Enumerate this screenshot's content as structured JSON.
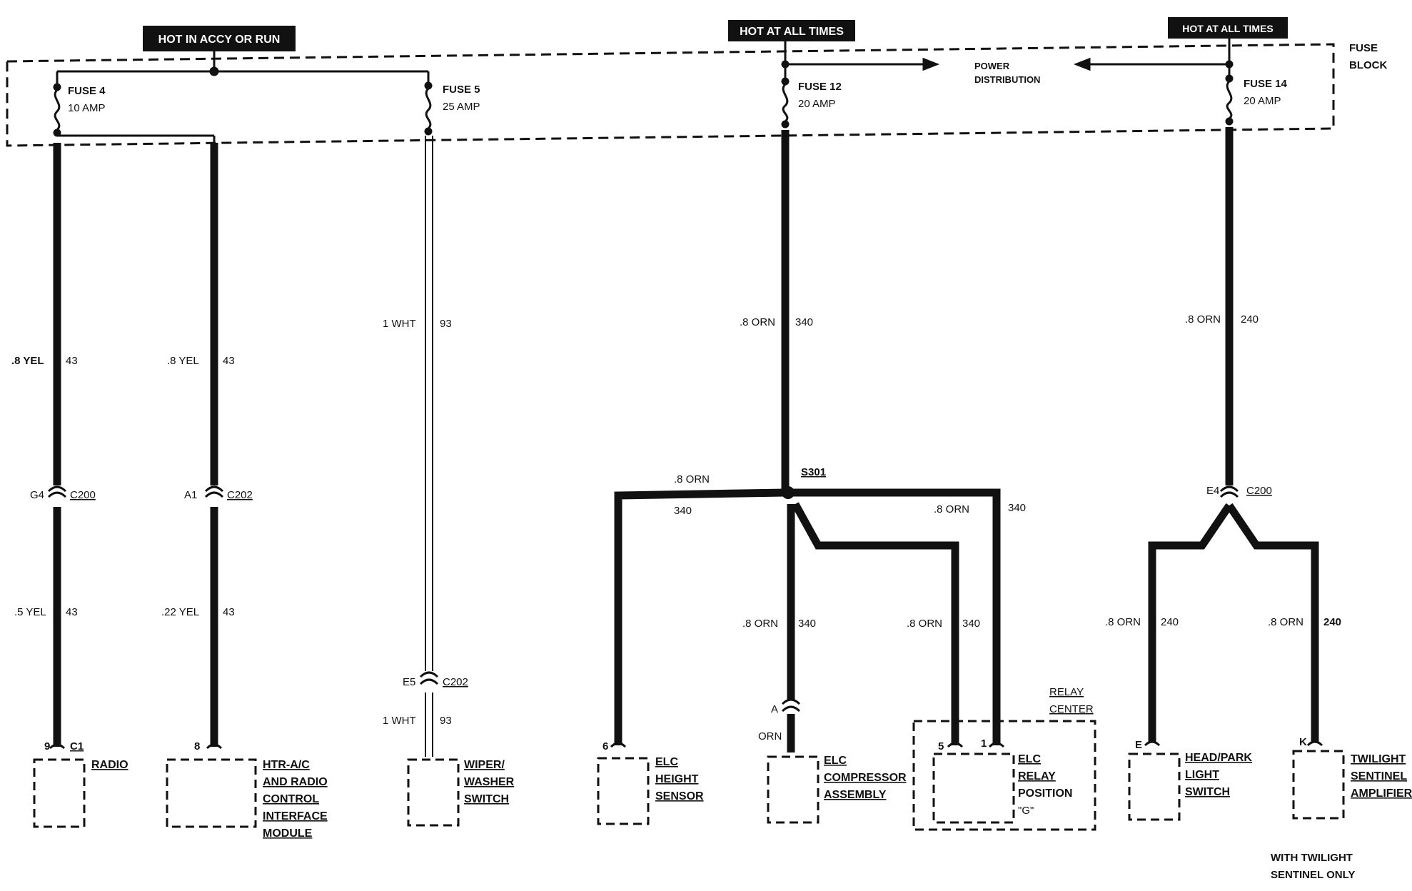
{
  "headers": {
    "accy_run": "HOT IN ACCY OR RUN",
    "all_times_1": "HOT AT ALL TIMES",
    "all_times_2": "HOT AT ALL TIMES"
  },
  "fuse_block": {
    "line1": "FUSE",
    "line2": "BLOCK"
  },
  "power_distribution": {
    "line1": "POWER",
    "line2": "DISTRIBUTION"
  },
  "fuses": {
    "fuse4": {
      "name": "FUSE 4",
      "rating": "10 AMP"
    },
    "fuse5": {
      "name": "FUSE 5",
      "rating": "25 AMP"
    },
    "fuse12": {
      "name": "FUSE 12",
      "rating": "20 AMP"
    },
    "fuse14": {
      "name": "FUSE 14",
      "rating": "20 AMP"
    }
  },
  "wires": {
    "w1_upper_color": ".8 YEL",
    "w1_upper_num": "43",
    "w1_lower_color": ".5 YEL",
    "w1_lower_num": "43",
    "w2_upper_color": ".8 YEL",
    "w2_upper_num": "43",
    "w2_lower_color": ".22 YEL",
    "w2_lower_num": "43",
    "w3_upper_color": "1 WHT",
    "w3_upper_num": "93",
    "w3_lower_color": "1 WHT",
    "w3_lower_num": "93",
    "w4_upper_color": ".8 ORN",
    "w4_upper_num": "340",
    "w4_left_color": ".8 ORN",
    "w4_left_num": "340",
    "w4_right_color": ".8 ORN",
    "w4_right_num": "340",
    "w4_mid_color": ".8 ORN",
    "w4_mid_num": "340",
    "w4_relay_color": ".8 ORN",
    "w4_relay_num": "340",
    "w4_orn": "ORN",
    "w5_upper_color": ".8 ORN",
    "w5_upper_num": "240",
    "w5_left_color": ".8 ORN",
    "w5_left_num": "240",
    "w5_right_color": ".8 ORN",
    "w5_right_num": "240"
  },
  "connectors": {
    "c200_a_pin": "G4",
    "c200_a_name": "C200",
    "c202_a_pin": "A1",
    "c202_a_name": "C202",
    "c202_b_pin": "E5",
    "c202_b_name": "C202",
    "c200_b_pin": "E4",
    "c200_b_name": "C200",
    "elc_comp_pin": "A"
  },
  "splice": {
    "name": "S301"
  },
  "components": {
    "radio": {
      "pin": "9",
      "conn": "C1",
      "line1": "RADIO"
    },
    "htr": {
      "pin": "8",
      "line1": "HTR-A/C",
      "line2": "AND RADIO",
      "line3": "CONTROL",
      "line4": "INTERFACE",
      "line5": "MODULE"
    },
    "wiper": {
      "line1": "WIPER/",
      "line2": "WASHER",
      "line3": "SWITCH"
    },
    "elc_height": {
      "pin": "6",
      "line1": "ELC",
      "line2": "HEIGHT",
      "line3": "SENSOR"
    },
    "elc_comp": {
      "line1": "ELC",
      "line2": "COMPRESSOR",
      "line3": "ASSEMBLY"
    },
    "relay_center": {
      "line1": "RELAY",
      "line2": "CENTER"
    },
    "elc_relay": {
      "pin_a": "5",
      "pin_b": "1",
      "line1": "ELC",
      "line2": "RELAY",
      "line3": "POSITION",
      "line4": "\"G\""
    },
    "headpark": {
      "pin": "E",
      "line1": "HEAD/PARK",
      "line2": "LIGHT",
      "line3": "SWITCH"
    },
    "twilight": {
      "pin": "K",
      "line1": "TWILIGHT",
      "line2": "SENTINEL",
      "line3": "AMPLIFIER"
    }
  },
  "footnote": {
    "line1": "WITH TWILIGHT",
    "line2": "SENTINEL ONLY"
  }
}
